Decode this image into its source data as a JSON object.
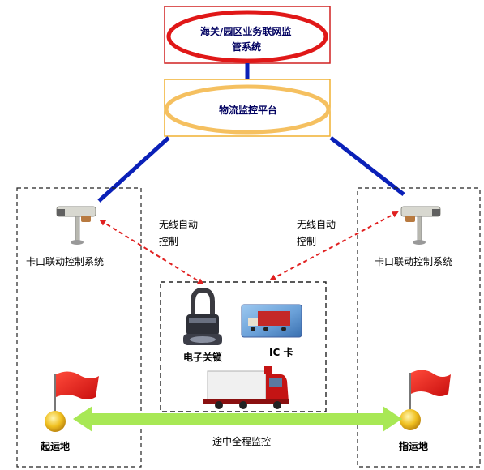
{
  "top_system": {
    "line1": "海关/园区业务联网监",
    "line2": "管系统"
  },
  "platform": {
    "label": "物流监控平台"
  },
  "wireless_left": {
    "line1": "无线自动",
    "line2": "控制"
  },
  "wireless_right": {
    "line1": "无线自动",
    "line2": "控制"
  },
  "checkpoint_left": {
    "label": "卡口联动控制系统"
  },
  "checkpoint_right": {
    "label": "卡口联动控制系统"
  },
  "devices": {
    "lock_label": "电子关锁",
    "ic_label": "IC 卡"
  },
  "origin": {
    "label": "起运地"
  },
  "destination": {
    "label": "指运地"
  },
  "route": {
    "label": "途中全程监控"
  },
  "colors": {
    "top_border": "#d02020",
    "top_ellipse": "#e01818",
    "platform_border": "#f0b030",
    "platform_ellipse": "#f5c060",
    "link_line": "#0a20b8",
    "wireless_arrow": "#e02020",
    "route_arrow": "#a8e855",
    "flag": "#e81818",
    "flag_ball": "#f0c020"
  }
}
